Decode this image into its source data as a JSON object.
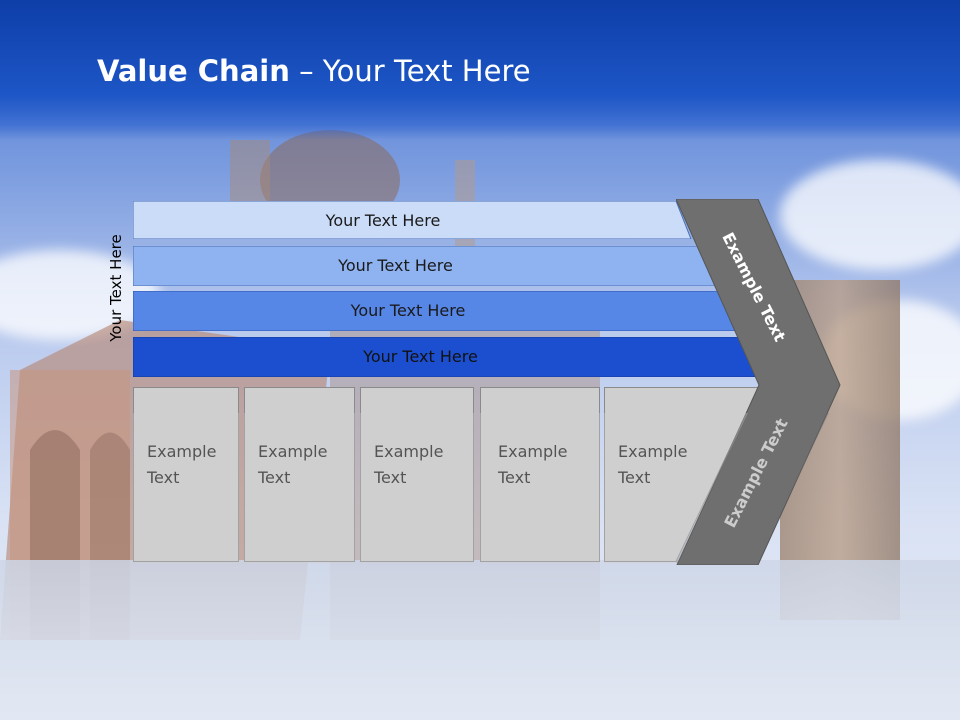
{
  "header": {
    "title_bold": "Value Chain",
    "title_rest": " – Your Text Here"
  },
  "side_label": "Your Text Here",
  "bars": [
    {
      "label": "Your Text Here",
      "color": "#cbdcf8"
    },
    {
      "label": "Your Text Here",
      "color": "#8fb2f0"
    },
    {
      "label": "Your Text Here",
      "color": "#5686e6"
    },
    {
      "label": "Your Text Here",
      "color": "#1c4fd0"
    }
  ],
  "boxes": [
    {
      "line1": "Example",
      "line2": "Text"
    },
    {
      "line1": "Example",
      "line2": "Text"
    },
    {
      "line1": "Example",
      "line2": "Text"
    },
    {
      "line1": "Example",
      "line2": "Text"
    },
    {
      "line1": "Example",
      "line2": "Text"
    }
  ],
  "chevron": {
    "top_text": "Example Text",
    "bottom_text": "Example Text",
    "color": "#6f6f6f"
  },
  "colors": {
    "header": "#1a4fc0",
    "box_fill": "#cfcfcf",
    "box_stroke": "#8a8a8a"
  }
}
